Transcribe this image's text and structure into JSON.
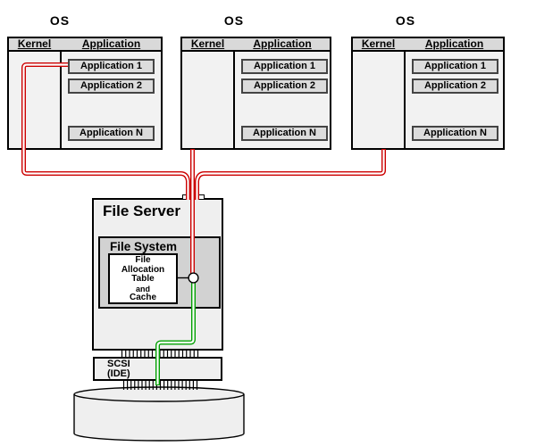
{
  "os_boxes": [
    {
      "title": "OS",
      "kernel_label": "Kernel",
      "application_label": "Application",
      "applications": [
        "Application 1",
        "Application 2",
        "Application N"
      ]
    },
    {
      "title": "OS",
      "kernel_label": "Kernel",
      "application_label": "Application",
      "applications": [
        "Application 1",
        "Application 2",
        "Application N"
      ]
    },
    {
      "title": "OS",
      "kernel_label": "Kernel",
      "application_label": "Application",
      "applications": [
        "Application 1",
        "Application 2",
        "Application N"
      ]
    }
  ],
  "file_server": {
    "title": "File Server",
    "file_system_label": "File System",
    "fat_lines": [
      "File",
      "Allocation",
      "Table",
      "and",
      "Cache"
    ]
  },
  "scsi": {
    "line1": "SCSI",
    "line2": "(IDE)"
  },
  "colors": {
    "cable_red": "#cc0000",
    "cable_green": "#00a000",
    "cable_core": "#ffffff",
    "outline_black": "#000000",
    "cylinder_fill": "#efefef"
  }
}
